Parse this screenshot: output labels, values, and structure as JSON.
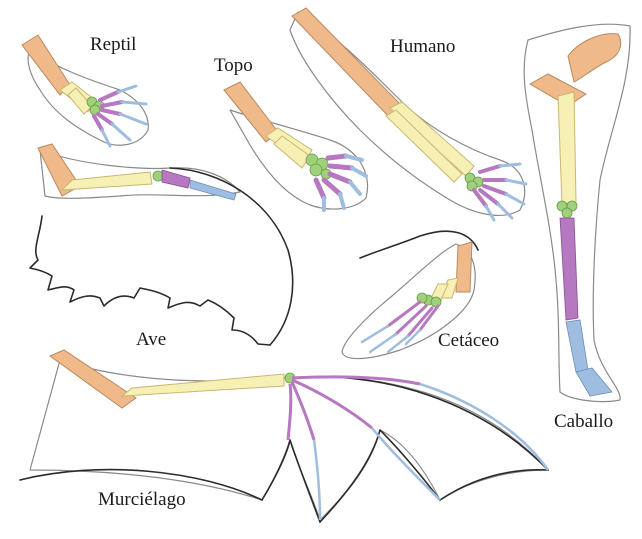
{
  "labels": {
    "reptil": "Reptil",
    "topo": "Topo",
    "humano": "Humano",
    "ave": "Ave",
    "cetaceo": "Cetáceo",
    "caballo": "Caballo",
    "murcielago": "Murciélago"
  },
  "colors": {
    "humerus": "#efb98a",
    "radius_ulna": "#f7f0b4",
    "carpals": "#9fd07a",
    "metacarpals": "#b678c0",
    "phalanges": "#9fbde0",
    "outline": "#2b2b2b"
  }
}
